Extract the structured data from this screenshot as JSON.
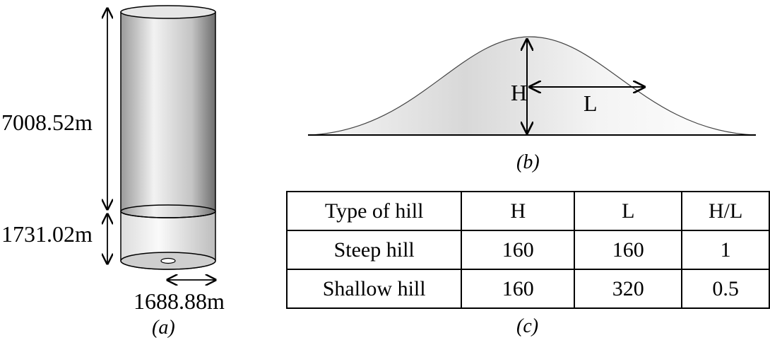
{
  "panel_a": {
    "caption": "(a)",
    "dim_height_upper": "7008.52m",
    "dim_height_lower": "1731.02m",
    "dim_radius": "1688.88m"
  },
  "panel_b": {
    "caption": "(b)",
    "label_h": "H",
    "label_l": "L"
  },
  "panel_c": {
    "caption": "(c)",
    "headers": [
      "Type of hill",
      "H",
      "L",
      "H/L"
    ],
    "rows": [
      [
        "Steep hill",
        "160",
        "160",
        "1"
      ],
      [
        "Shallow hill",
        "160",
        "320",
        "0.5"
      ]
    ]
  }
}
